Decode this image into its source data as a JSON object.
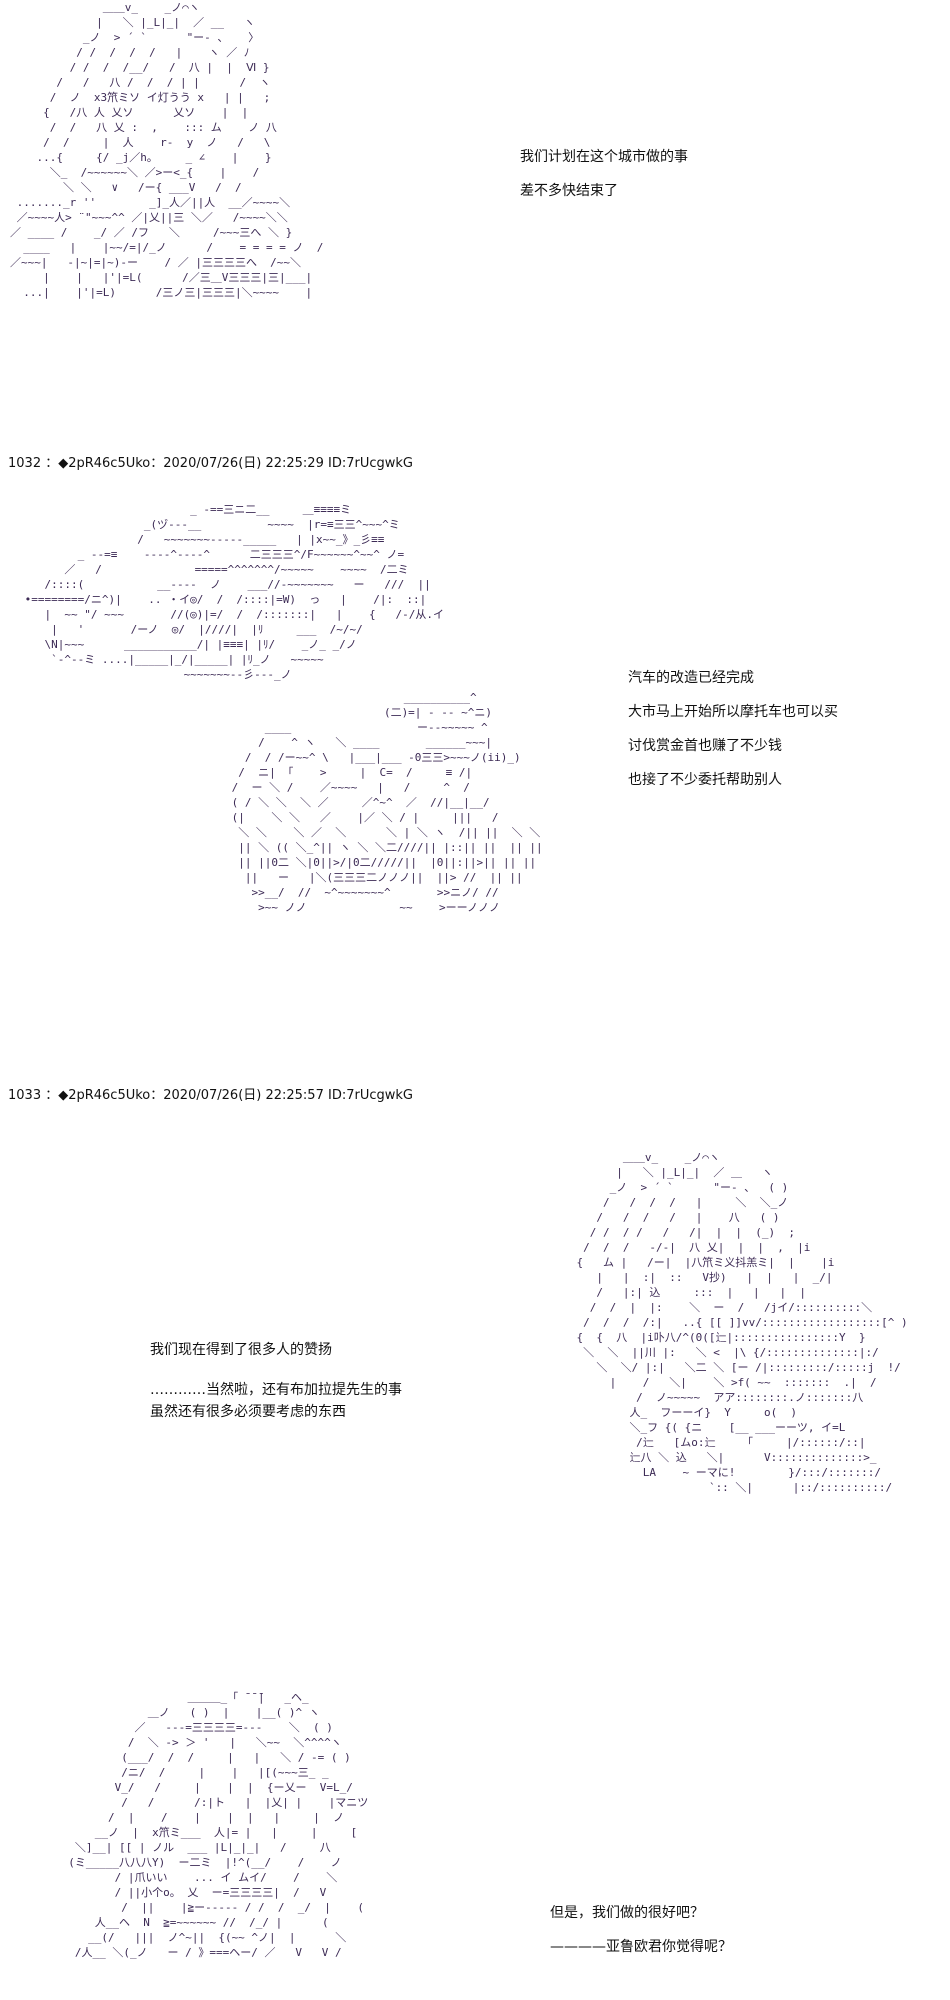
{
  "posts": [
    {
      "header": "",
      "dialog": [
        "我们计划在这个城市做的事",
        "差不多快结束了"
      ]
    },
    {
      "header": "1032 ：◆2pR46c5Uko：2020/07/26(日) 22:25:29 ID:7rUcgwkG",
      "dialog": [
        "汽车的改造已经完成",
        "大市马上开始所以摩托车也可以买",
        "讨伐赏金首也赚了不少钱",
        "也接了不少委托帮助别人"
      ]
    },
    {
      "header": "1033 ：◆2pR46c5Uko：2020/07/26(日) 22:25:57 ID:7rUcgwkG",
      "dialog": [
        "我们现在得到了很多人的赞扬",
        "…………当然啦，还有布加拉提先生的事",
        "虽然还有很多必须要考虑的东西"
      ]
    },
    {
      "header": "",
      "dialog": [
        "但是，我们做的很好吧？",
        "————亚鲁欧君你觉得呢？"
      ]
    }
  ]
}
